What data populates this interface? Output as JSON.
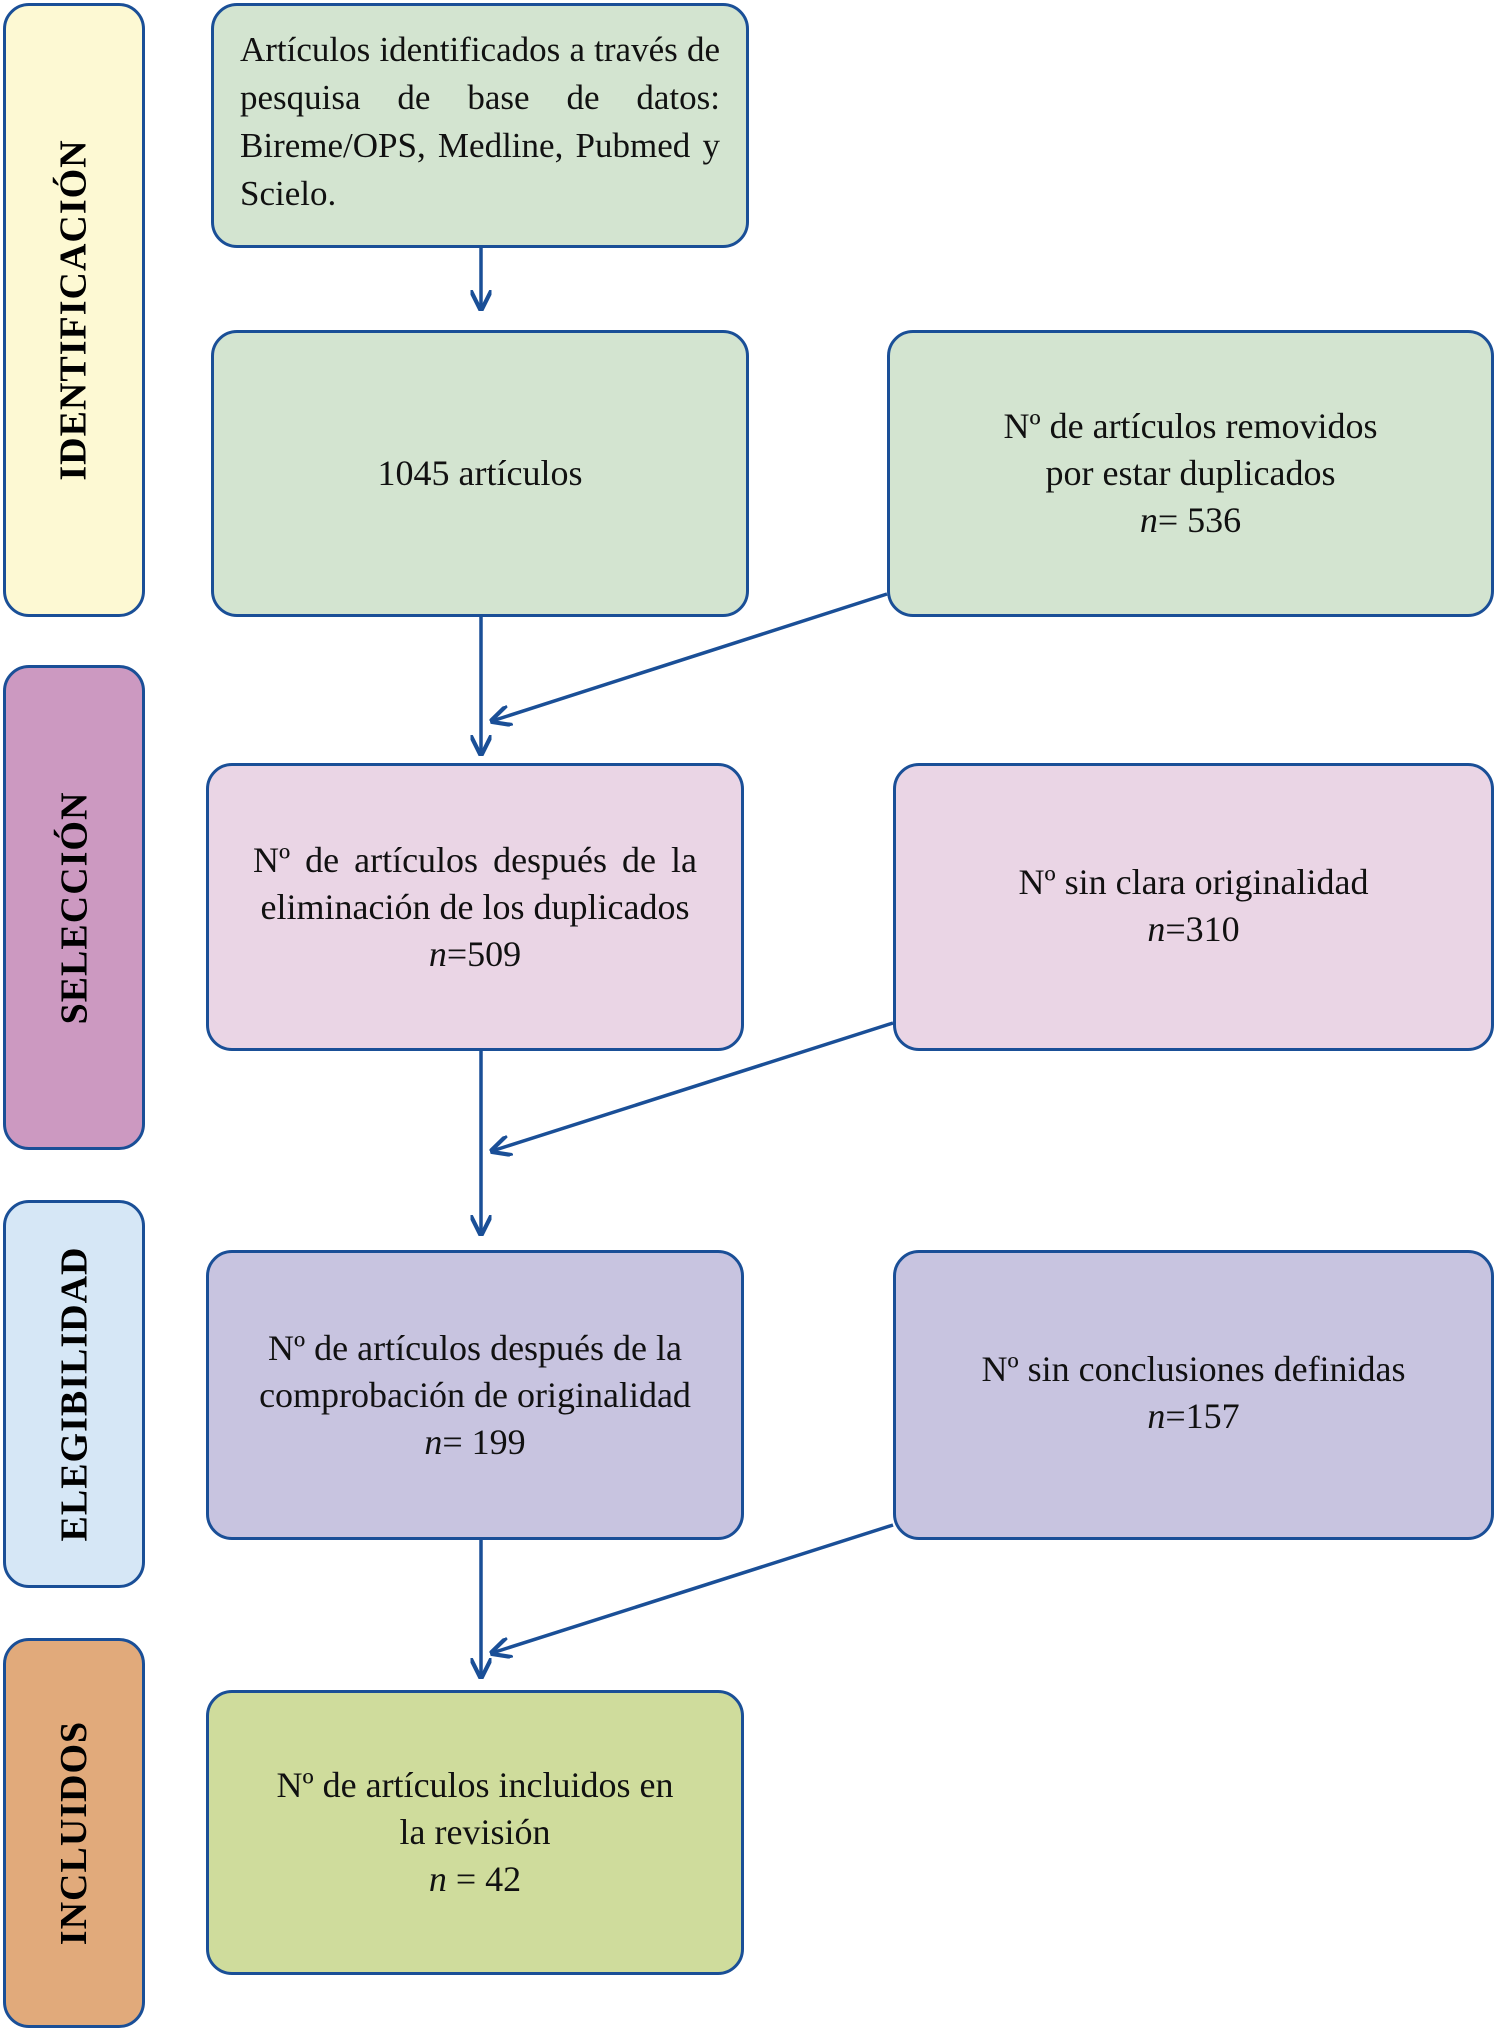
{
  "colors": {
    "border": "#1a4f97",
    "identificacion": "#fdf9d3",
    "seleccion": "#cc99c1",
    "elegibilidad": "#d6e7f6",
    "incluidos": "#e1aa7b",
    "green_box": "#d3e4d0",
    "pink_box": "#ead5e5",
    "lavender_box": "#c8c4e0",
    "olive_box": "#cfdc9c"
  },
  "stages": [
    {
      "label": "IDENTIFICACIÓN"
    },
    {
      "label": "SELECCIÓN"
    },
    {
      "label": "ELEGIBILIDAD"
    },
    {
      "label": "INCLUIDOS"
    }
  ],
  "boxes": {
    "search": {
      "text": "Artículos identificados a través de pesquisa de base de datos: Bireme/OPS, Medline, Pubmed y Scielo."
    },
    "identified": {
      "text": "1045 artículos"
    },
    "duplicates_removed": {
      "line1": "Nº de artículos removidos",
      "line2": "por estar duplicados",
      "n_label": "n",
      "n_value": "= 536"
    },
    "after_duplicates": {
      "line1": "Nº de artículos después de la",
      "line2": "eliminación de los duplicados",
      "n_label": "n",
      "n_value": "=509"
    },
    "no_originality": {
      "line1": "Nº sin clara originalidad",
      "n_label": "n",
      "n_value": "=310"
    },
    "after_originality": {
      "line1": "Nº de artículos después de la",
      "line2": "comprobación de originalidad",
      "n_label": "n",
      "n_value": "= 199"
    },
    "no_conclusions": {
      "line1": "Nº sin conclusiones definidas",
      "n_label": "n",
      "n_value": "=157"
    },
    "included": {
      "line1": "Nº de artículos incluidos en",
      "line2": "la revisión",
      "n_label": "n",
      "n_value": " = 42"
    }
  }
}
